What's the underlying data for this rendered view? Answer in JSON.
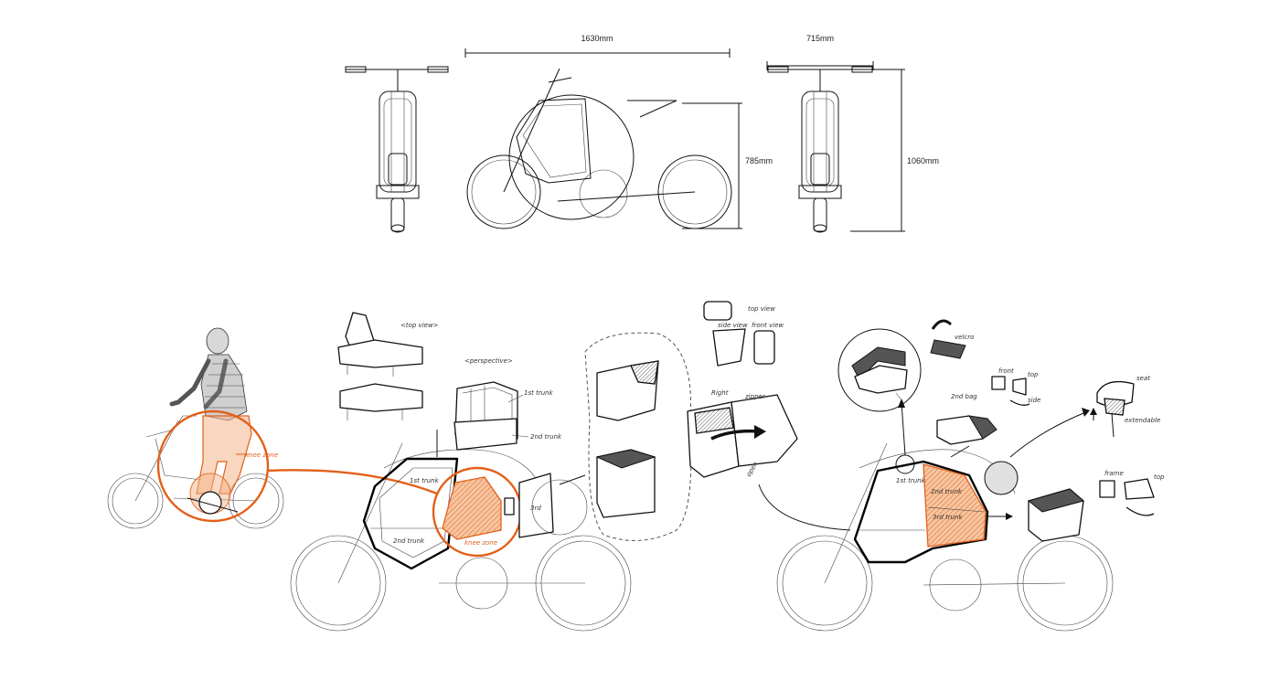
{
  "dimensions": {
    "side_length": "1630mm",
    "front_width": "715mm",
    "side_height": "785mm",
    "front_height": "1060mm"
  },
  "sketch_notes": {
    "knee_zone_1": "knee zone",
    "knee_zone_2": "knee zone",
    "top_view": "<top view>",
    "perspective": "<perspective>",
    "side_view": "side view",
    "top_view_2": "top view",
    "front_view": "front view",
    "trunk_1st": "1st trunk",
    "trunk_2nd": "2nd trunk",
    "trunk_3rd": "3rd",
    "trunk_1st_b": "1st trunk",
    "trunk_2nd_b": "2nd trunk",
    "trunk_3rd_b": "3rd trunk",
    "rear_trunk": "1st trunk",
    "rear_trunk_2": "2nd trunk",
    "zipper": "zipper",
    "open": "open",
    "right": "Right",
    "bag_2nd": "2nd bag",
    "seat": "seat",
    "extendable": "extendable",
    "front": "front",
    "top": "top",
    "side": "side",
    "velcro": "velcro",
    "top_view_3": "top",
    "frame": "frame"
  },
  "colors": {
    "accent": "#e2601a",
    "ink": "#111111",
    "background": "#ffffff"
  }
}
